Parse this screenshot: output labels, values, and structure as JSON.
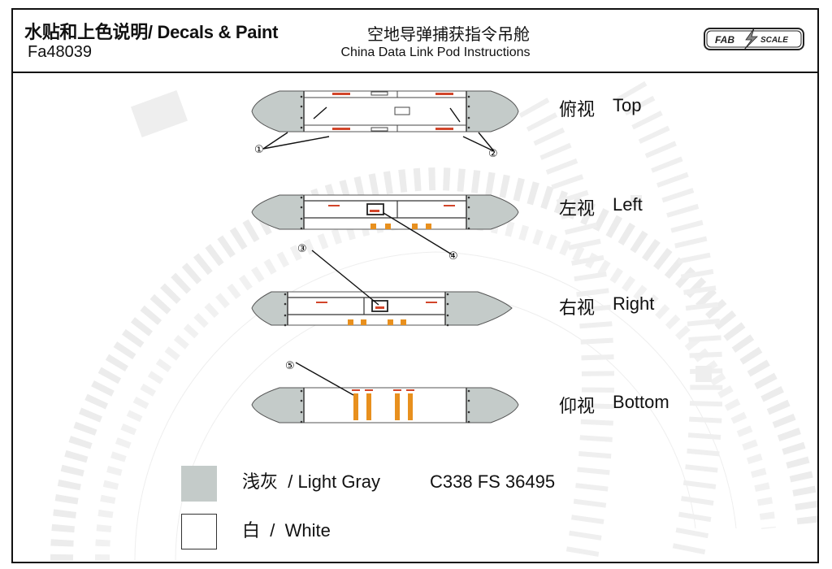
{
  "header": {
    "title": "水贴和上色说明/ Decals & Paint",
    "code": "Fa48039",
    "title_cn": "空地导弹捕获指令吊舱",
    "title_en": "China Data Link Pod Instructions",
    "logo_left": "FAB",
    "logo_right": "SCALE"
  },
  "views": [
    {
      "cn": "俯视",
      "en": "Top",
      "callouts": [
        "①",
        "②"
      ]
    },
    {
      "cn": "左视",
      "en": "Left",
      "callouts": [
        "④"
      ]
    },
    {
      "cn": "右视",
      "en": "Right",
      "callouts": [
        "③"
      ]
    },
    {
      "cn": "仰视",
      "en": "Bottom",
      "callouts": [
        "⑤"
      ]
    }
  ],
  "legend": [
    {
      "cn": "浅灰",
      "sep": "/",
      "en": "Light Gray",
      "code": "C338 FS 36495",
      "color": "#c4cbc9"
    },
    {
      "cn": "白",
      "sep": "/",
      "en": "White",
      "code": "",
      "color": "#ffffff"
    }
  ],
  "colors": {
    "pod_gray": "#c4cbc9",
    "decal_orange": "#e8901e",
    "decal_red": "#d2452a",
    "border": "#111111"
  }
}
